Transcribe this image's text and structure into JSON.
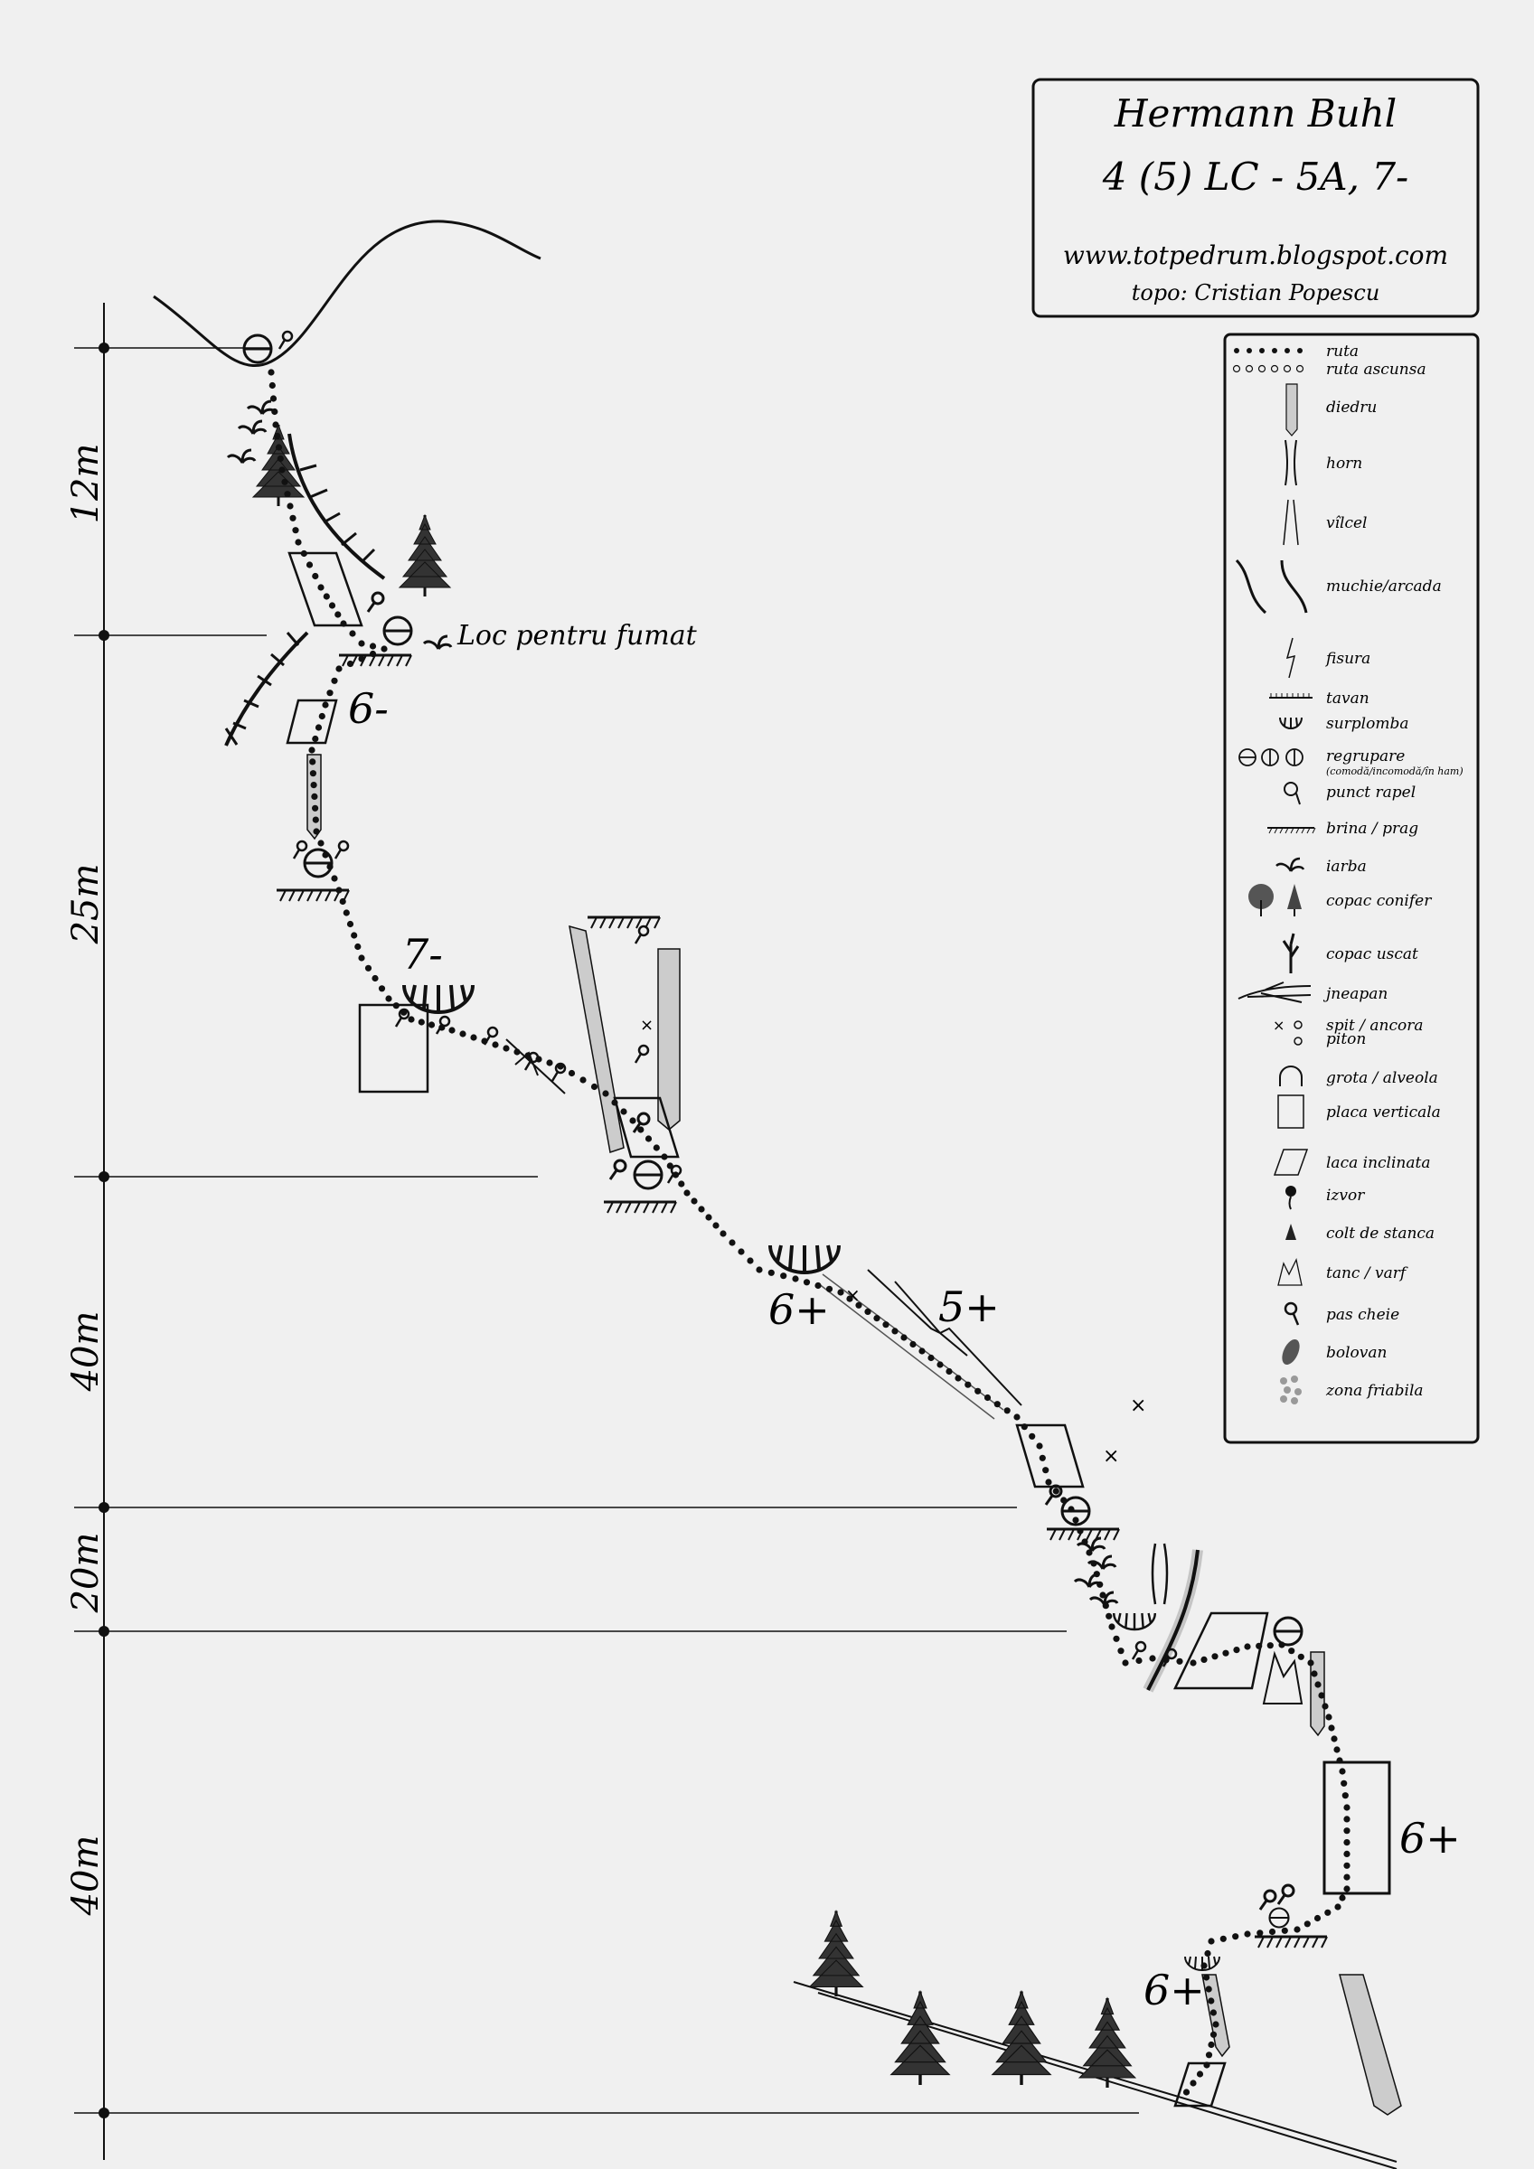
{
  "title_box": {
    "route_name": "Hermann Buhl",
    "grade_line": "4 (5) LC - 5A, 7-",
    "website": "www.totpedrum.blogspot.com",
    "author": "topo: Cristian Popescu"
  },
  "scale": {
    "segments": [
      "12m",
      "25m",
      "40m",
      "20m",
      "40m"
    ]
  },
  "route_labels": {
    "smoking_spot": "Loc pentru fumat",
    "grades": [
      "6-",
      "7-",
      "6+",
      "5+",
      "6+",
      "6+"
    ]
  },
  "legend": {
    "items": [
      {
        "label": "ruta",
        "icon": "dotted-route-icon"
      },
      {
        "label": "ruta ascunsa",
        "icon": "hidden-route-icon"
      },
      {
        "label": "diedru",
        "icon": "dihedral-icon"
      },
      {
        "label": "horn",
        "icon": "chimney-icon"
      },
      {
        "label": "vîlcel",
        "icon": "gully-icon"
      },
      {
        "label": "muchie/arcada",
        "icon": "arete-icon"
      },
      {
        "label": "fisura",
        "icon": "crack-icon"
      },
      {
        "label": "tavan",
        "icon": "roof-icon"
      },
      {
        "label": "surplomba",
        "icon": "overhang-icon"
      },
      {
        "label": "regrupare",
        "sublabel": "(comodă/incomodă/în ham)",
        "icon": "belay-icon"
      },
      {
        "label": "punct rapel",
        "icon": "rappel-icon"
      },
      {
        "label": "brina / prag",
        "icon": "ledge-icon"
      },
      {
        "label": "iarba",
        "icon": "grass-icon"
      },
      {
        "label": "copac  conifer",
        "icon": "tree-icon"
      },
      {
        "label": "copac uscat",
        "icon": "dead-tree-icon"
      },
      {
        "label": "jneapan",
        "icon": "dwarf-pine-icon"
      },
      {
        "label": "spit / ancora",
        "sublabel": "piton",
        "icon": "bolt-icon"
      },
      {
        "label": "grota / alveola",
        "icon": "cave-icon"
      },
      {
        "label": "placa verticala",
        "icon": "vertical-slab-icon"
      },
      {
        "label": "laca inclinata",
        "icon": "slab-icon"
      },
      {
        "label": "izvor",
        "icon": "spring-icon"
      },
      {
        "label": "colt de stanca",
        "icon": "rock-tooth-icon"
      },
      {
        "label": "tanc / varf",
        "icon": "pinnacle-icon"
      },
      {
        "label": "pas cheie",
        "icon": "crux-key-icon"
      },
      {
        "label": "bolovan",
        "icon": "boulder-icon"
      },
      {
        "label": "zona friabila",
        "icon": "loose-rock-icon"
      }
    ]
  }
}
